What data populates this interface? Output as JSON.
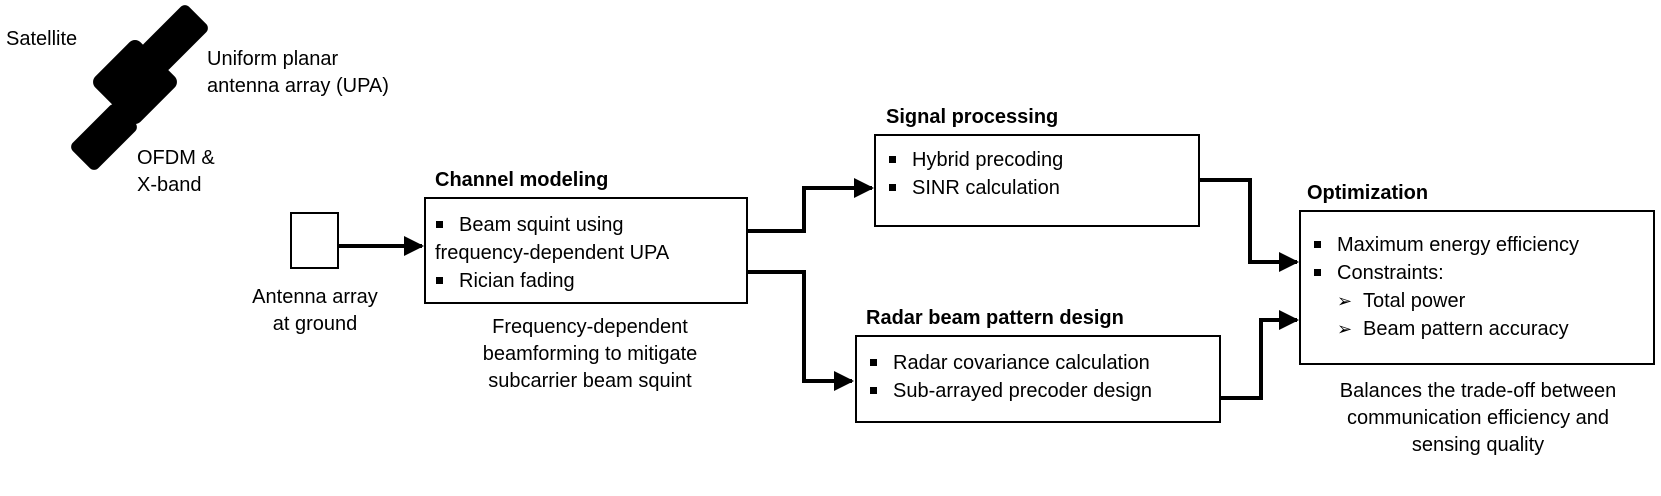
{
  "satellite": {
    "label": "Satellite",
    "upa_label_line1": "Uniform planar",
    "upa_label_line2": "antenna array (UPA)",
    "ofdm_line1": "OFDM &",
    "ofdm_line2": "X-band"
  },
  "ground": {
    "label_line1": "Antenna array",
    "label_line2": "at ground"
  },
  "channel": {
    "title": "Channel modeling",
    "bullet1_line1": "Beam squint using",
    "bullet1_line2": "frequency-dependent UPA",
    "bullet2": "Rician fading",
    "caption_line1": "Frequency-dependent",
    "caption_line2": "beamforming to mitigate",
    "caption_line3": "subcarrier beam squint"
  },
  "signal": {
    "title": "Signal processing",
    "bullet1": "Hybrid precoding",
    "bullet2": "SINR calculation"
  },
  "radar": {
    "title": "Radar beam pattern design",
    "bullet1": "Radar covariance calculation",
    "bullet2": "Sub-arrayed precoder design"
  },
  "optimization": {
    "title": "Optimization",
    "bullet1": "Maximum energy efficiency",
    "bullet2": "Constraints:",
    "sub1": "Total power",
    "sub2": "Beam pattern accuracy",
    "caption_line1": "Balances the trade-off between",
    "caption_line2": "communication efficiency and",
    "caption_line3": "sensing quality"
  },
  "colors": {
    "stroke": "#000000",
    "fill": "#000000",
    "background": "#ffffff"
  }
}
